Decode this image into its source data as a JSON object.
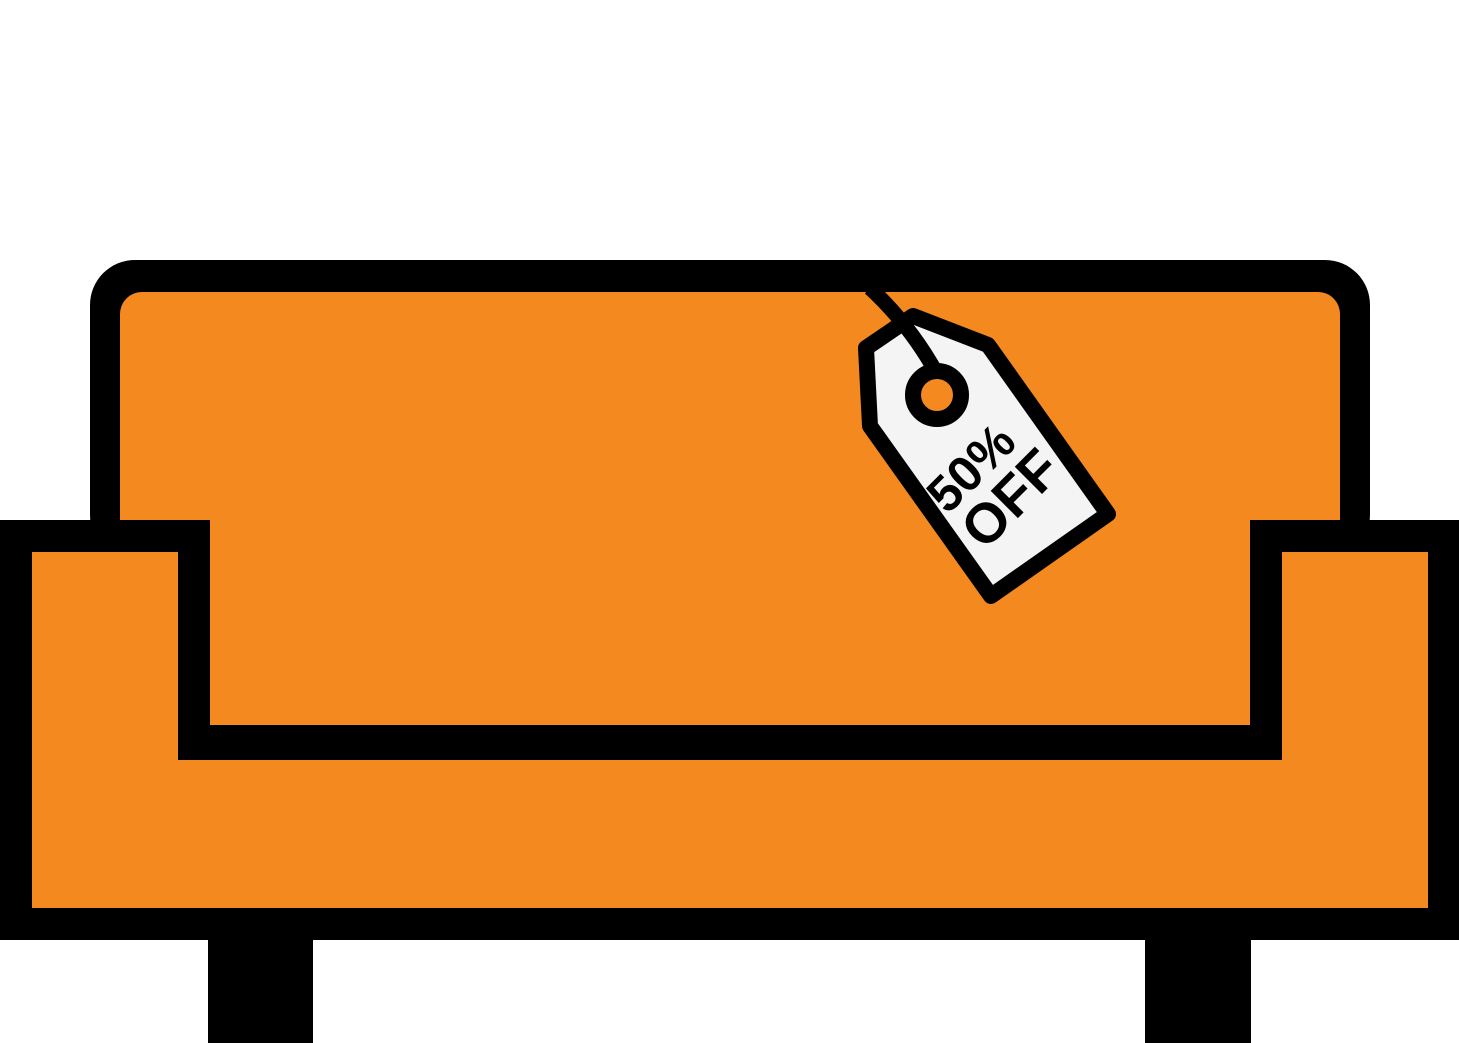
{
  "illustration": {
    "subject": "sofa",
    "tag": {
      "percent": "50%",
      "label": "OFF"
    }
  },
  "colors": {
    "sofa": "#f4891f",
    "outline": "#000000",
    "tag": "#f5f4f4",
    "background": "#ffffff"
  }
}
